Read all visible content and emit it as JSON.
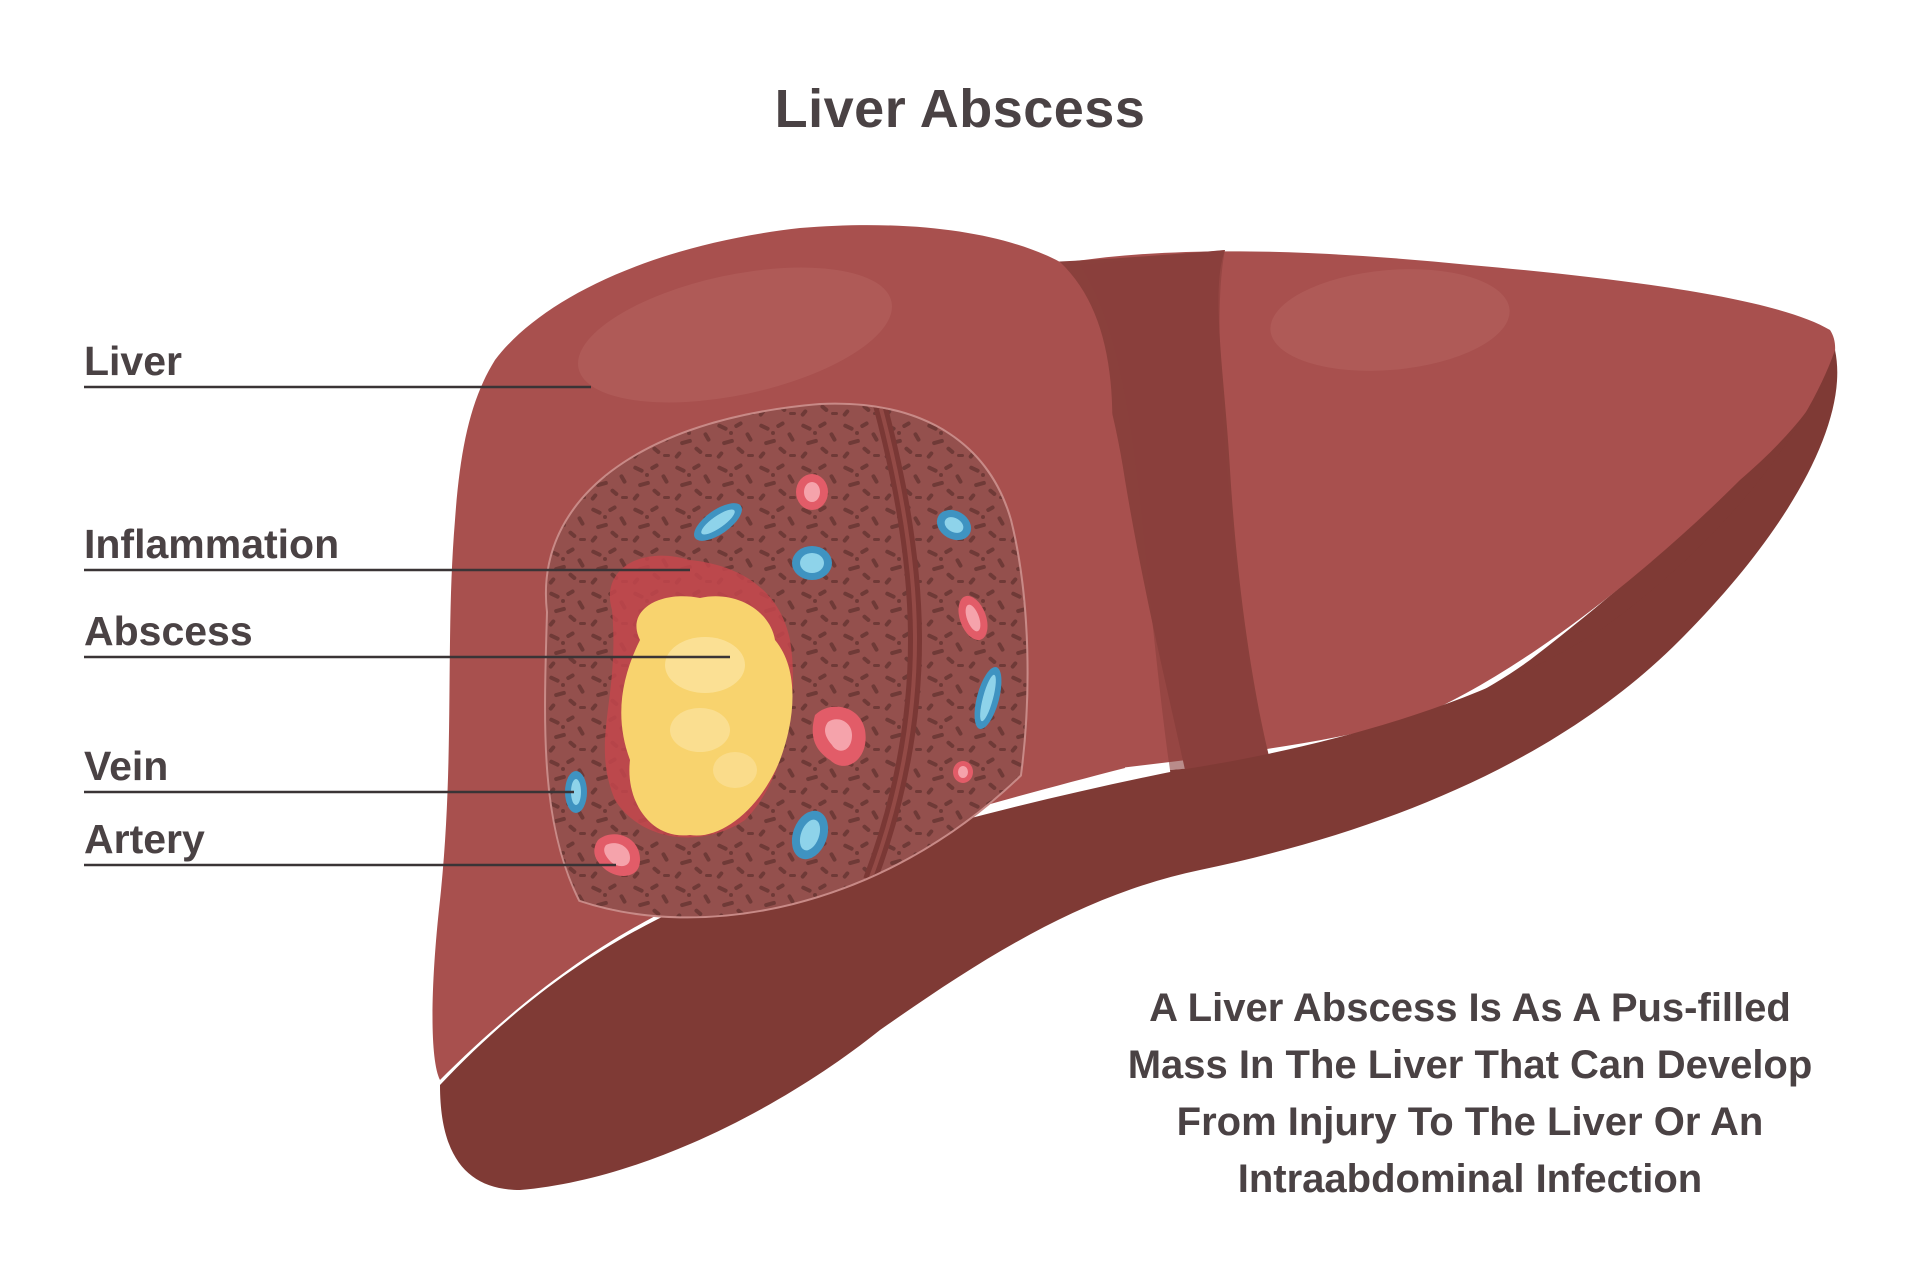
{
  "title": "Liver Abscess",
  "labels": {
    "liver": "Liver",
    "inflammation": "Inflammation",
    "abscess": "Abscess",
    "vein": "Vein",
    "artery": "Artery"
  },
  "caption": {
    "line1": "A Liver Abscess Is As A Pus-filled",
    "line2": "Mass In The Liver That Can Develop",
    "line3": "From Injury To The Liver Or An",
    "line4": "Intraabdominal Infection"
  },
  "colors": {
    "liver_main": "#a8504e",
    "liver_shadow": "#7f3a35",
    "tissue": "#94504d",
    "inflammation": "#c3464c",
    "abscess_pus": "#f8d36e",
    "vein": "#5ab6d8",
    "artery": "#f08a93",
    "text": "#4a4244"
  }
}
